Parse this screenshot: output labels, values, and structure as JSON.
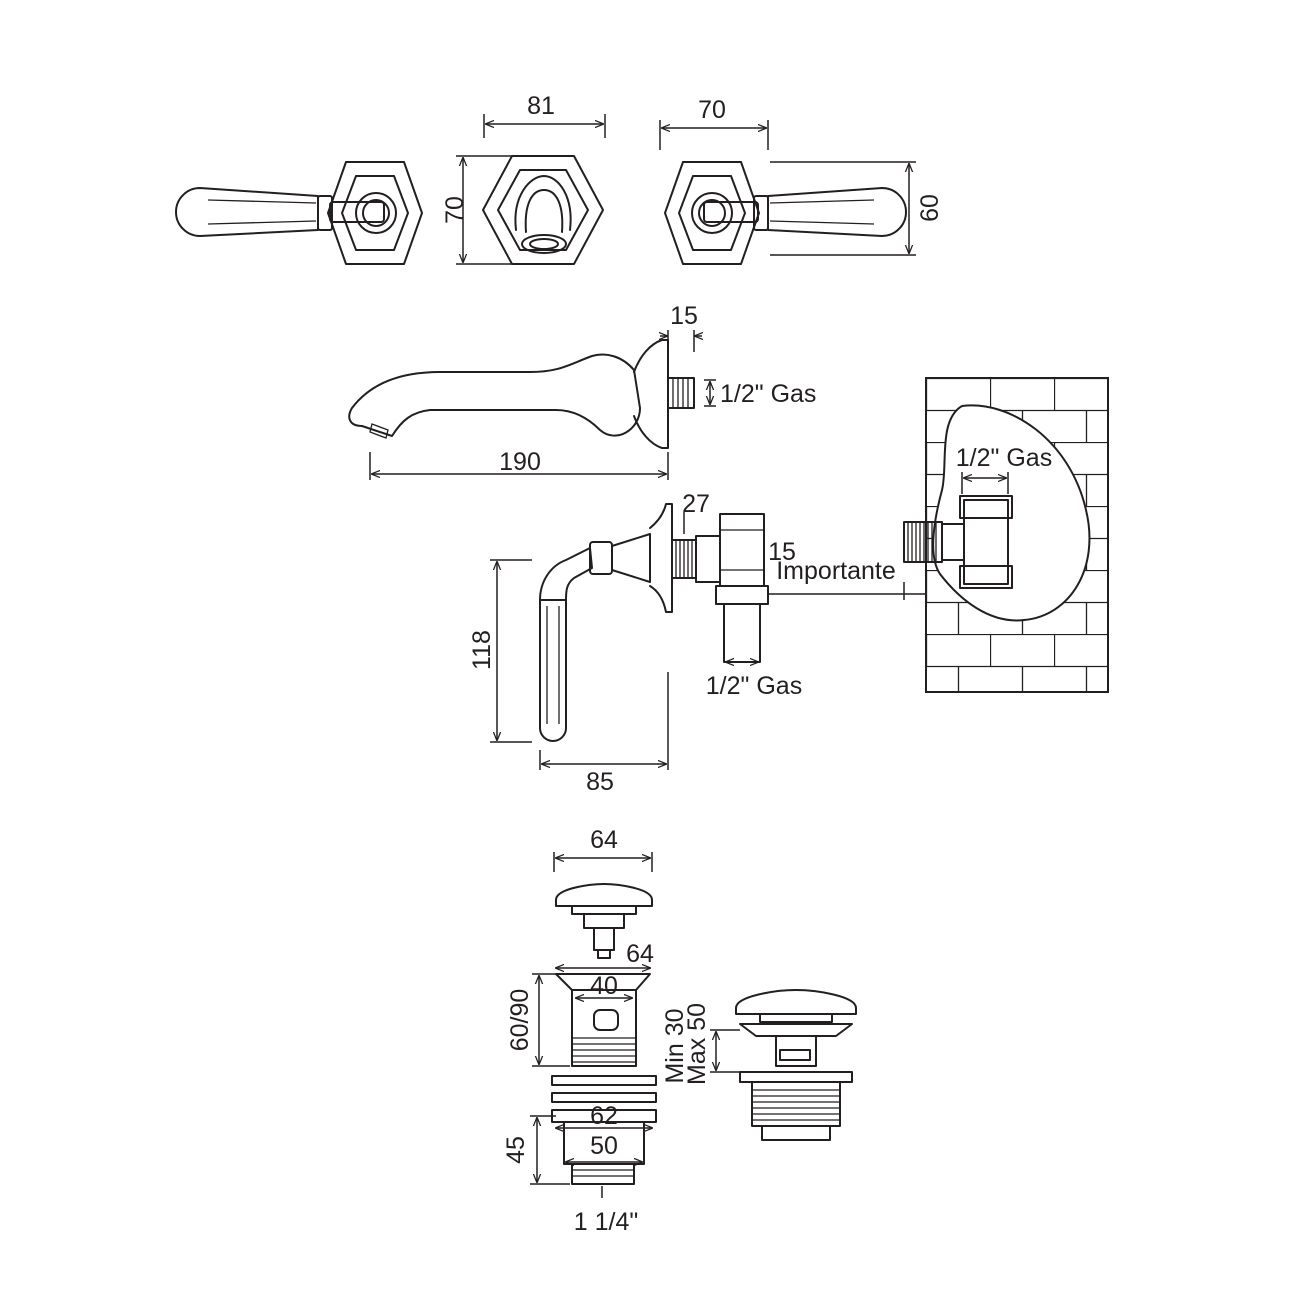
{
  "top_view": {
    "dim_width_spout": "81",
    "dim_height_spout": "70",
    "dim_width_valve": "70",
    "dim_height_valve": "60"
  },
  "spout_side": {
    "dim_plate": "15",
    "thread": "1/2\" Gas",
    "dim_length": "190"
  },
  "handle_side": {
    "dim_plate": "27",
    "dim_body": "15",
    "important_label": "Importante",
    "thread_bottom": "1/2\" Gas",
    "dim_height": "118",
    "dim_depth": "85"
  },
  "wall_detail": {
    "thread": "1/2\" Gas"
  },
  "waste": {
    "dim_cap": "64",
    "dim_body_top": "64",
    "dim_body_inner": "40",
    "dim_body_height": "60/90",
    "dim_base_outer": "62",
    "dim_base_inner": "50",
    "dim_base_height": "45",
    "thread": "1 1/4\"",
    "dim_min": "Min 30",
    "dim_max": "Max 50"
  }
}
